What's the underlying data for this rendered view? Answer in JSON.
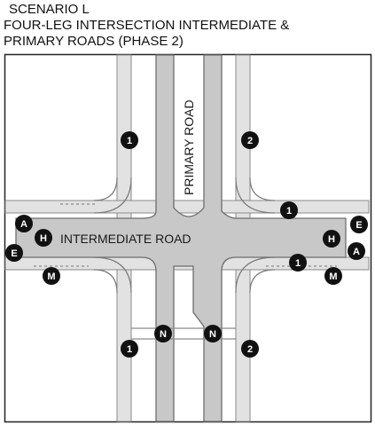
{
  "title": {
    "line1": "SCENARIO L",
    "line2": "FOUR-LEG INTERSECTION INTERMEDIATE &",
    "line3": "PRIMARY ROADS (PHASE 2)"
  },
  "roads": {
    "primary": "PRIMARY ROAD",
    "intermediate": "INTERMEDIATE ROAD"
  },
  "badges": {
    "n1_nw": "1",
    "n2_ne": "2",
    "n1_east_upper": "1",
    "n1_east_lower": "1",
    "n1_sw": "1",
    "n2_se": "2",
    "n_south_left": "N",
    "n_south_right": "N",
    "a_west": "A",
    "h_west": "H",
    "e_west": "E",
    "m_west": "M",
    "e_east": "E",
    "h_east": "H",
    "a_east": "A",
    "m_east": "M"
  },
  "colors": {
    "road_fill": "#c8c8c8",
    "road_edge": "#6e6e6e",
    "path_fill": "#e2e2e2",
    "badge_black": "#111111",
    "badge_white": "#ffffff"
  }
}
